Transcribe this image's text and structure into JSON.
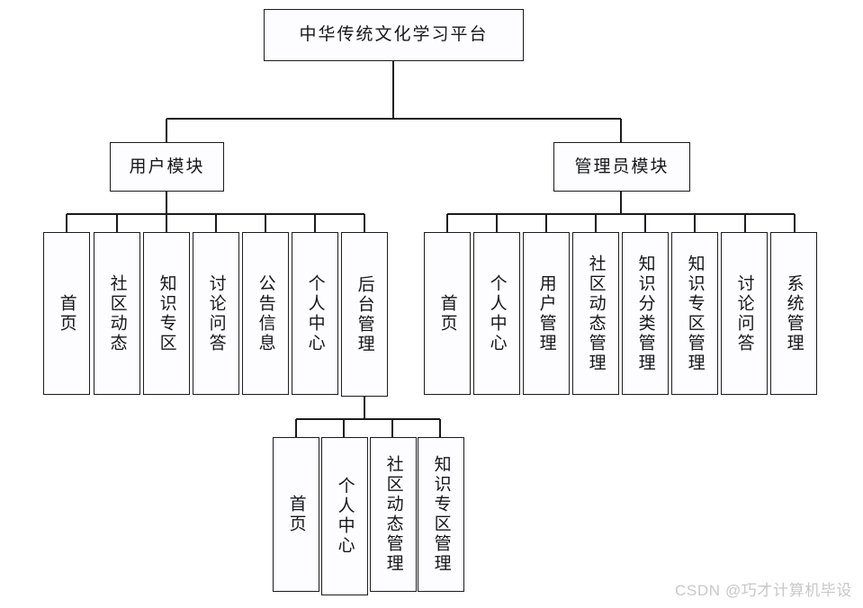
{
  "diagram": {
    "title": "中华传统文化学习平台",
    "watermark": "CSDN @巧才计算机毕设",
    "root": {
      "label": "中华传统文化学习平台"
    },
    "modules": [
      {
        "label": "用户模块"
      },
      {
        "label": "管理员模块"
      }
    ],
    "user_module_items": [
      {
        "label": "首页"
      },
      {
        "label": "社区动态"
      },
      {
        "label": "知识专区"
      },
      {
        "label": "讨论问答"
      },
      {
        "label": "公告信息"
      },
      {
        "label": "个人中心"
      },
      {
        "label": "后台管理"
      }
    ],
    "admin_module_items": [
      {
        "label": "首页"
      },
      {
        "label": "个人中心"
      },
      {
        "label": "用户管理"
      },
      {
        "label": "社区动态管理"
      },
      {
        "label": "知识分类管理"
      },
      {
        "label": "知识专区管理"
      },
      {
        "label": "讨论问答"
      },
      {
        "label": "系统管理"
      }
    ],
    "backend_items": [
      {
        "label": "首页"
      },
      {
        "label": "个人中心"
      },
      {
        "label": "社区动态管理"
      },
      {
        "label": "知识专区管理"
      }
    ],
    "colors": {
      "line": "#1b1b1b",
      "box_fill": "#fdfdff",
      "text": "#15161c",
      "watermark": "#c8c8c8",
      "background": "#ffffff"
    }
  }
}
